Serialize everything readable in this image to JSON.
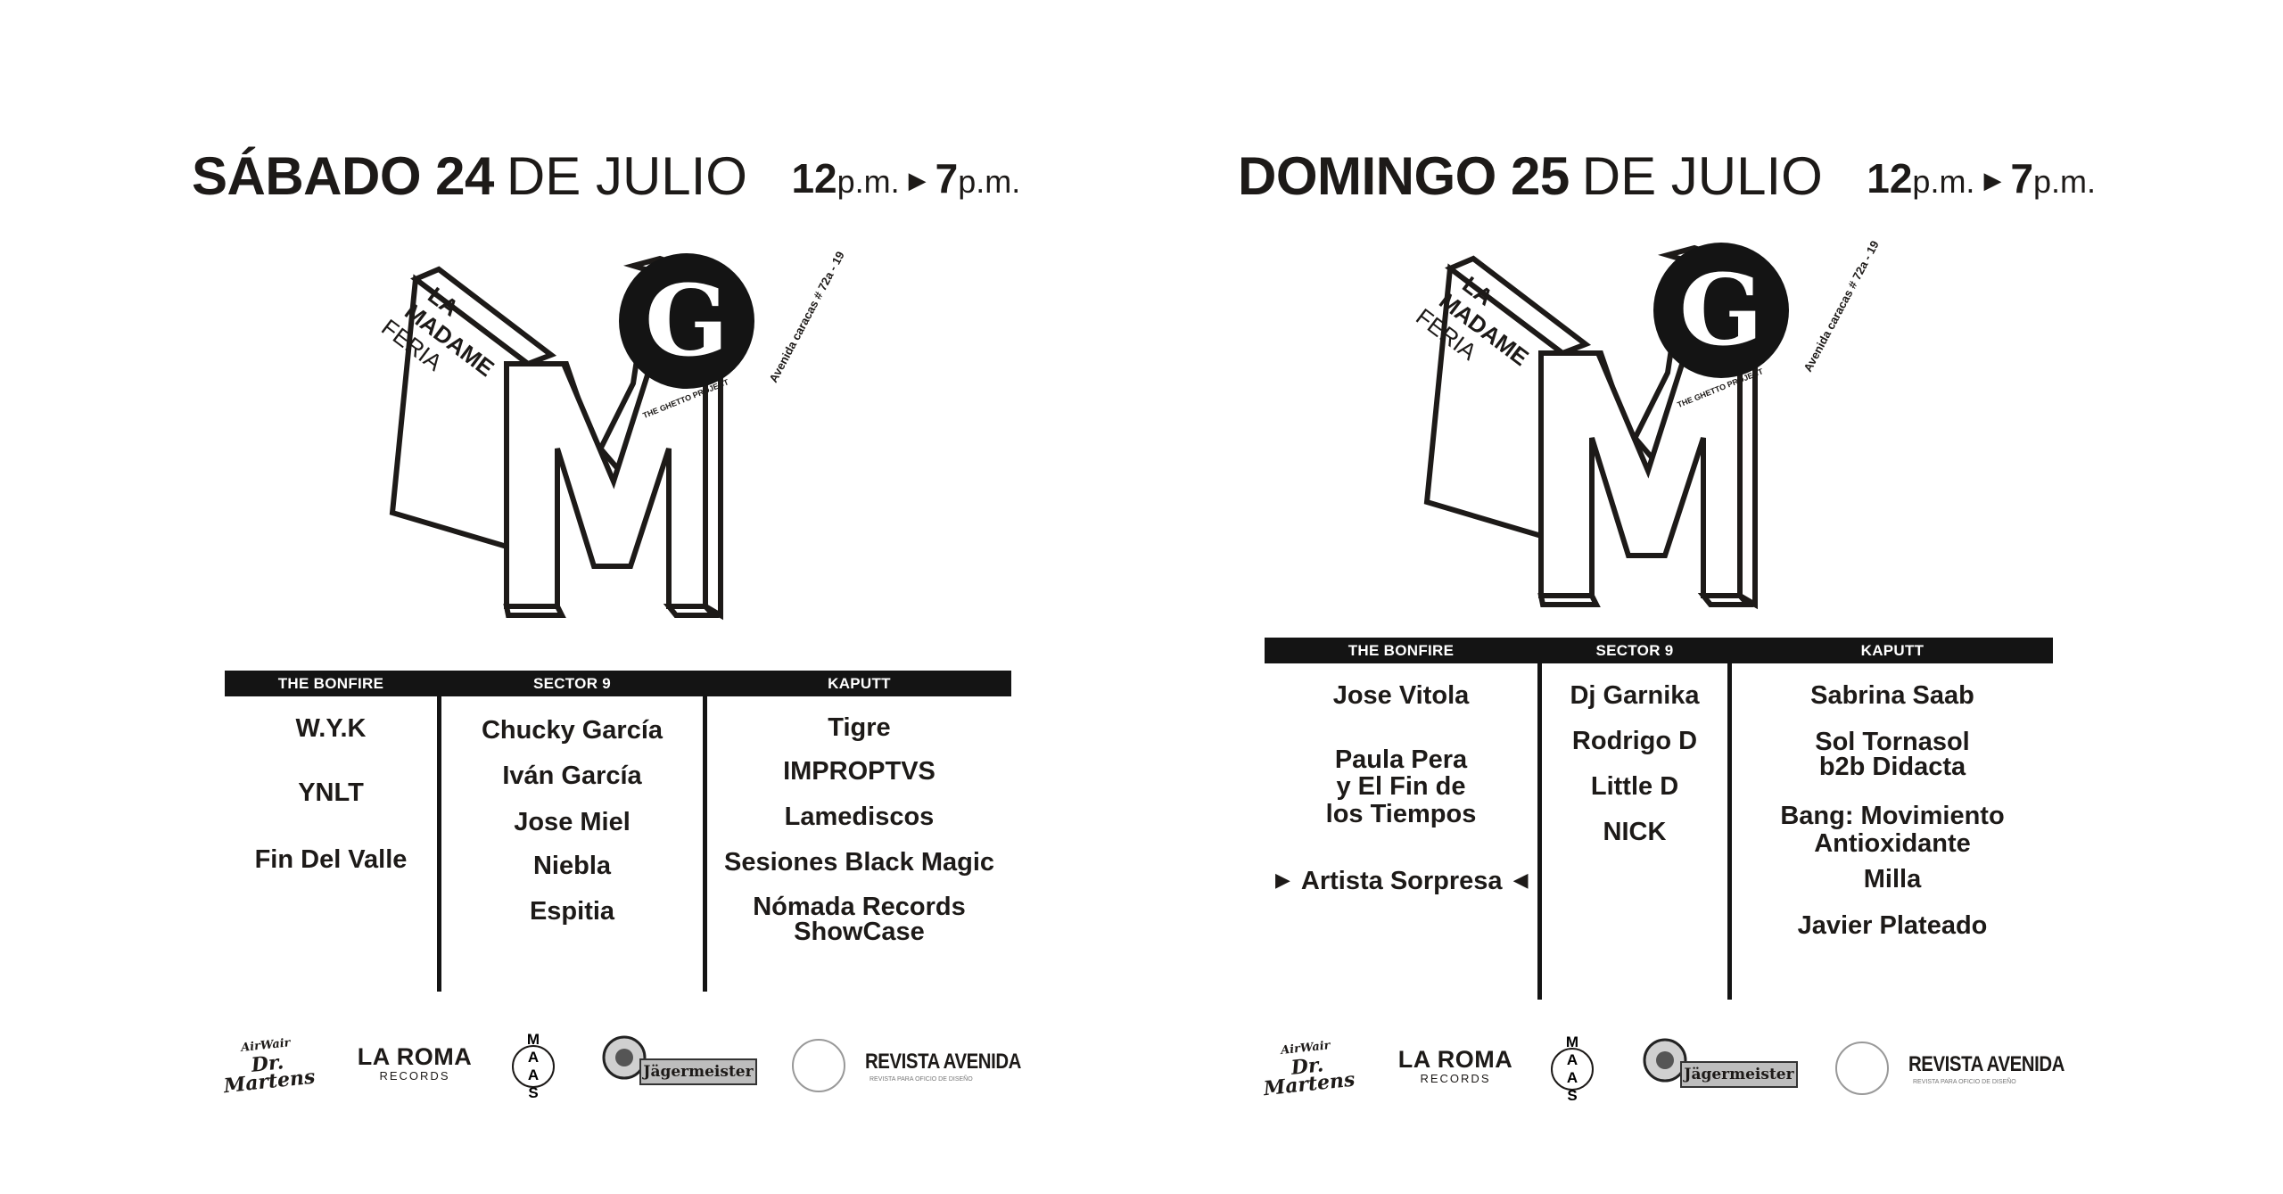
{
  "events": [
    {
      "day_bold": "SÁBADO 24",
      "day_rest": "DE JULIO",
      "start_hour": "12",
      "start_suffix": "p.m.",
      "end_hour": "7",
      "end_suffix": "p.m.",
      "logo": {
        "lines": [
          "LA",
          "MADAME",
          "FERIA"
        ],
        "big_letter": "M",
        "badge_letter": "G",
        "badge_caption": "THE GHETTO PROJECT",
        "address": "Avenida caracas # 72a - 19"
      },
      "stages": [
        {
          "name": "THE BONFIRE",
          "artists": [
            "W.Y.K",
            "YNLT",
            "Fin Del Valle"
          ]
        },
        {
          "name": "SECTOR 9",
          "artists": [
            "Chucky García",
            "Iván García",
            "Jose Miel",
            "Niebla",
            "Espitia"
          ]
        },
        {
          "name": "KAPUTT",
          "artists": [
            "Tigre",
            "IMPROPTVS",
            "Lamediscos",
            "Sesiones Black Magic",
            "Nómada Records",
            "ShowCase"
          ]
        }
      ]
    },
    {
      "day_bold": "DOMINGO 25",
      "day_rest": "DE JULIO",
      "start_hour": "12",
      "start_suffix": "p.m.",
      "end_hour": "7",
      "end_suffix": "p.m.",
      "logo": {
        "lines": [
          "LA",
          "MADAME",
          "FERIA"
        ],
        "big_letter": "M",
        "badge_letter": "G",
        "badge_caption": "THE GHETTO PROJECT",
        "address": "Avenida caracas # 72a - 19"
      },
      "stages": [
        {
          "name": "THE BONFIRE",
          "artists": [
            "Jose Vitola",
            "Paula Pera",
            "y El Fin de",
            "los Tiempos",
            "Artista Sorpresa"
          ]
        },
        {
          "name": "SECTOR 9",
          "artists": [
            "Dj Garnika",
            "Rodrigo D",
            "Little D",
            "NICK"
          ]
        },
        {
          "name": "KAPUTT",
          "artists": [
            "Sabrina Saab",
            "Sol Tornasol",
            "b2b Didacta",
            "Bang: Movimiento",
            "Antioxidante",
            "Milla",
            "Javier Plateado"
          ]
        }
      ]
    }
  ],
  "sponsors": {
    "dm_small": "AirWair",
    "dm_main": "Dr. Martens",
    "roma_main": "LA ROMA",
    "roma_sub": "RECORDS",
    "maas": [
      "M",
      "A",
      "A",
      "S"
    ],
    "jager": "Jägermeister",
    "revista": "REVISTA AVENIDA",
    "revista_tag": "REVISTA PARA OFICIO DE DISEÑO"
  },
  "icons": {
    "time_arrow": "right-triangle-icon",
    "surprise_left": "right-triangle-icon",
    "surprise_right": "left-triangle-icon"
  }
}
